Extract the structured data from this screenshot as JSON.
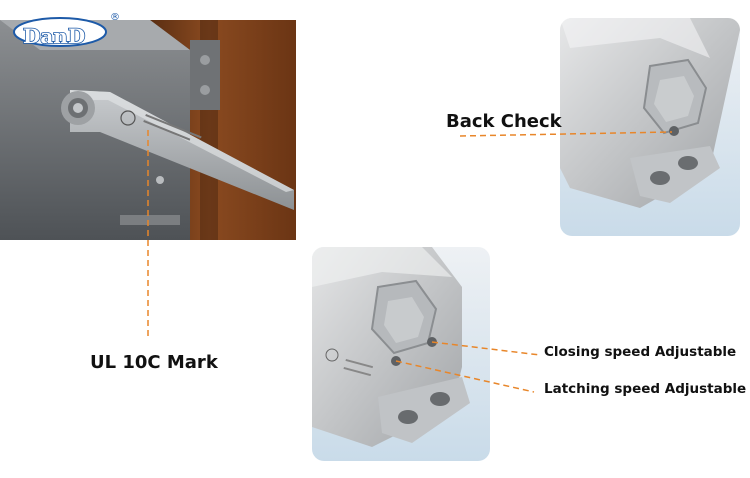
{
  "logo": {
    "text": "DanD",
    "registered_mark": "®",
    "color": "#1d5aa8"
  },
  "callouts": {
    "back_check": "Back Check",
    "ul_mark": "UL 10C Mark",
    "closing_speed": "Closing speed Adjustable",
    "latching_speed": "Latching speed Adjustable"
  },
  "leader_line_color": "#e8862a",
  "photos": {
    "main": "door-closer-arm-photo",
    "top": "door-closer-back-check-valve-photo",
    "bottom": "door-closer-speed-valves-photo"
  }
}
